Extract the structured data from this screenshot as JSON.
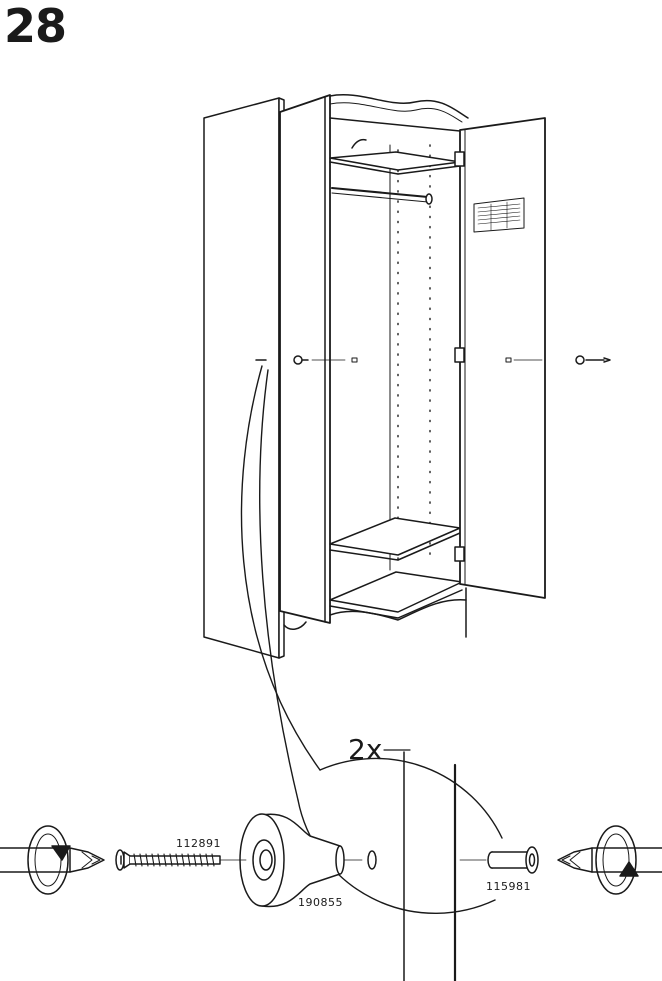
{
  "step": {
    "number": "28"
  },
  "callout": {
    "quantity": "2x"
  },
  "parts": {
    "screw": {
      "id": "112891"
    },
    "knob": {
      "id": "190855"
    },
    "insert": {
      "id": "115981"
    }
  }
}
